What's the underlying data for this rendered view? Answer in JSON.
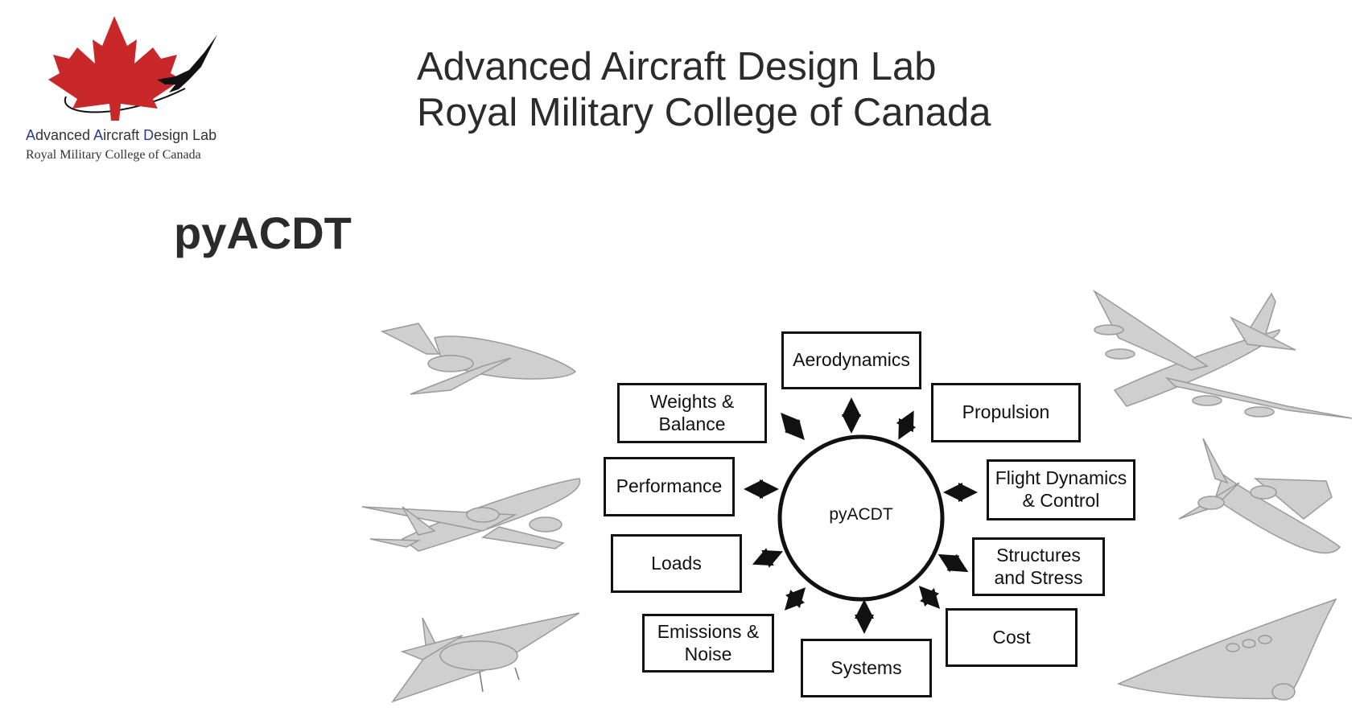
{
  "logo": {
    "line1_parts": [
      "A",
      "dvanced ",
      "A",
      "ircraft ",
      "D",
      "esign Lab"
    ],
    "line2": "Royal Military College of Canada"
  },
  "header": {
    "line1": "Advanced Aircraft Design Lab",
    "line2": "Royal Military College of Canada"
  },
  "title": "pyACDT",
  "diagram": {
    "hub": "pyACDT",
    "modules": {
      "aerodynamics": "Aerodynamics",
      "propulsion": "Propulsion",
      "flight_dynamics": "Flight Dynamics\n& Control",
      "structures": "Structures\nand Stress",
      "cost": "Cost",
      "systems": "Systems",
      "emissions": "Emissions &\nNoise",
      "loads": "Loads",
      "performance": "Performance",
      "weights": "Weights &\nBalance"
    }
  },
  "colors": {
    "maple_leaf": "#c8282a",
    "text": "#2b2b2b",
    "logo_blue": "#2a3a8f",
    "box_border": "#111111",
    "aircraft_gray": "#c9c9c9"
  },
  "icons": {
    "logo": "maple-leaf-jet-logo",
    "arrows": "double-headed-arrow-icon",
    "aircraft": "aircraft-render"
  }
}
